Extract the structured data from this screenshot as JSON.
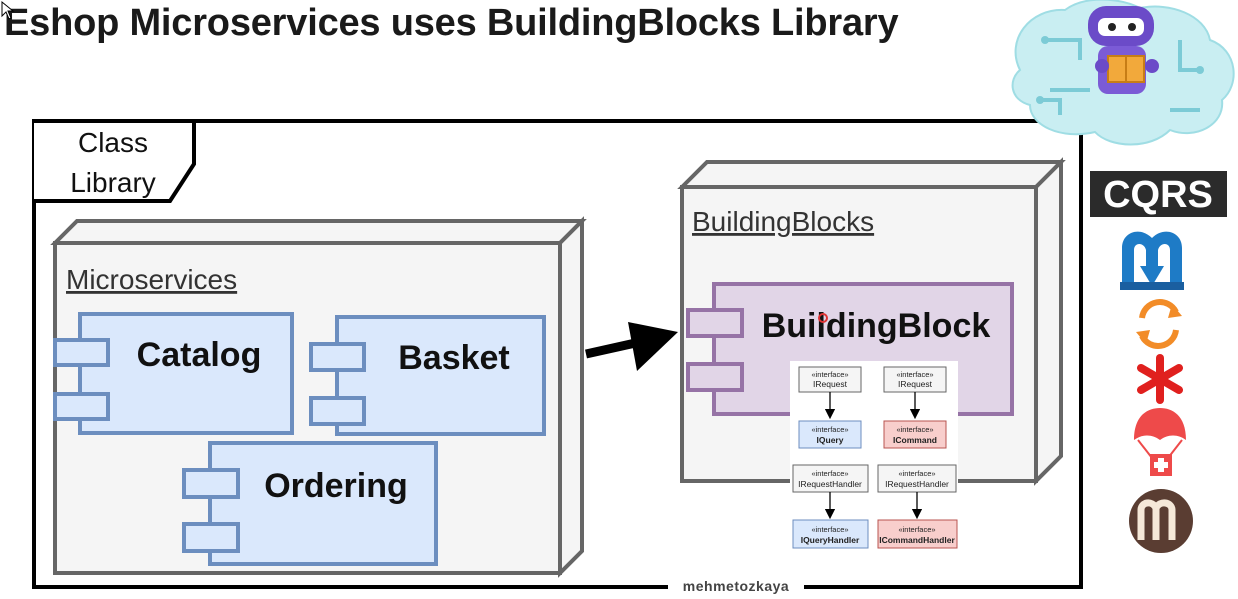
{
  "title": "Eshop Microservices uses BuildingBlocks Library",
  "diagram": {
    "frame_label_line1": "Class",
    "frame_label_line2": "Library",
    "microservices_node": "Microservices",
    "components": {
      "catalog": "Catalog",
      "basket": "Basket",
      "ordering": "Ordering"
    },
    "buildingblocks_node": "BuildingBlocks",
    "buildingblock_component": "BuildingBlock",
    "interfaces": {
      "stereotype": "«interface»",
      "irequest_left": "IRequest",
      "irequest_right": "IRequest",
      "iquery": "IQuery",
      "icommand": "ICommand",
      "irequesthandler_left": "IRequestHandler",
      "irequesthandler_right": "IRequestHandler",
      "iqueryhandler": "IQueryHandler",
      "icommandhandler": "ICommandHandler"
    },
    "watermark": "mehmetozkaya"
  },
  "sidebar_logos": {
    "cqrs": "CQRS",
    "icons": [
      "mediatr-logo-icon",
      "sync-arrows-icon",
      "asterisk-logo-icon",
      "parachute-health-icon",
      "m-logo-icon"
    ]
  },
  "colors": {
    "component_fill": "#dae8fc",
    "component_stroke": "#6c8ebf",
    "buildingblock_fill": "#e1d5e7",
    "buildingblock_stroke": "#9673a6",
    "node_fill": "#f5f5f5",
    "node_stroke": "#666666",
    "query_fill": "#dae8fc",
    "command_fill": "#f8cecc",
    "command_stroke": "#b85450"
  }
}
